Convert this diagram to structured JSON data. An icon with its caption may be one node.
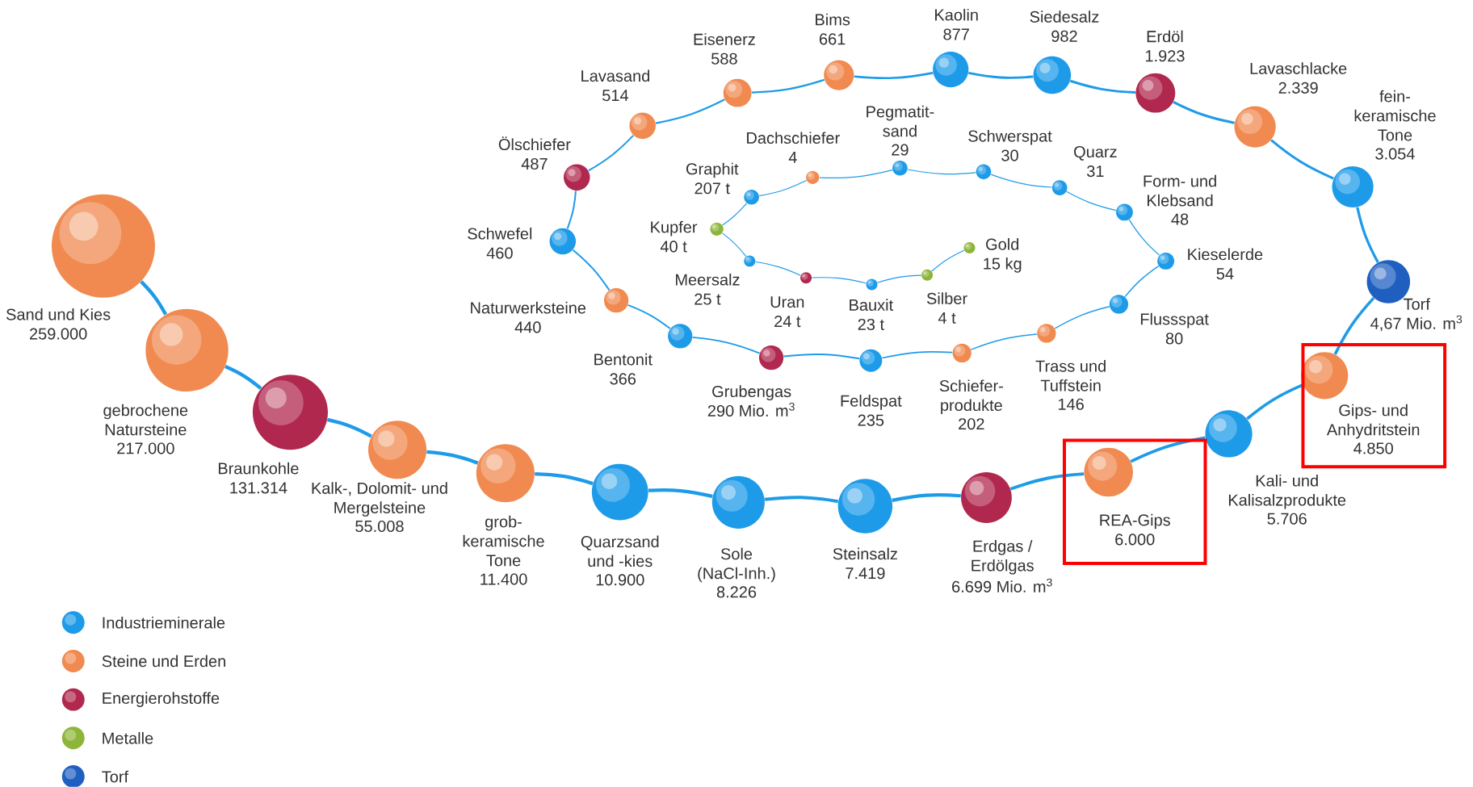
{
  "diagram": {
    "nodes": [
      {
        "text": [],
        "shape": "circle",
        "beside": [
          "Sand und Kies",
          "259.000"
        ]
      },
      {
        "text": [],
        "shape": "circle",
        "beside": [
          "gebrochene Natursteine",
          "217.000"
        ]
      },
      {
        "text": [],
        "shape": "circle",
        "beside": [
          "Braunkohle",
          "131.314"
        ]
      },
      {
        "text": [],
        "shape": "circle",
        "beside": [
          "Kalk-, Dolomit- und Mergelsteine",
          "55.008"
        ]
      },
      {
        "text": [],
        "shape": "circle",
        "beside": [
          "grob- keramische Tone",
          "11.400"
        ]
      },
      {
        "text": [],
        "shape": "circle",
        "beside": [
          "Quarzsand und -kies",
          "10.900"
        ]
      },
      {
        "text": [],
        "shape": "circle",
        "beside": [
          "Sole (NaCl-Inh.)",
          "8.226"
        ]
      },
      {
        "text": [],
        "shape": "circle",
        "beside": [
          "Steinsalz",
          "7.419"
        ]
      },
      {
        "text": [],
        "shape": "circle",
        "beside": [
          "Erdgas / Erdölgas",
          "6.699 Mio. m$^{3}$"
        ]
      },
      {
        "text": [],
        "shape": "circle",
        "beside": [
          "REA-Gips",
          "6.000"
        ]
      },
      {
        "text": [],
        "shape": "circle",
        "beside": [
          "Kali- und Kalisalzprodukte",
          "5.706"
        ]
      },
      {
        "text": [],
        "shape": "circle",
        "beside": [
          "Gips- und Anhydritstein",
          "4.850"
        ]
      },
      {
        "text": [],
        "shape": "circle",
        "beside": [
          "Torf",
          "4,67 Mio. m$^{3}$"
        ]
      },
      {
        "text": [],
        "shape": "circle",
        "beside": [
          "fein- keramische Tone",
          "3.054"
        ]
      },
      {
        "text": [],
        "shape": "circle",
        "beside": [
          "Lavaschlacke",
          "2.339"
        ]
      },
      {
        "text": [],
        "shape": "circle",
        "beside": [
          "Erdöl",
          "1.923"
        ]
      },
      {
        "text": [],
        "shape": "circle",
        "beside": [
          "Siedesalz",
          "982"
        ]
      },
      {
        "text": [],
        "shape": "circle",
        "beside": [
          "Kaolin",
          "877"
        ]
      },
      {
        "text": [],
        "shape": "circle",
        "beside": [
          "Bims",
          "661"
        ]
      },
      {
        "text": [],
        "shape": "circle",
        "beside": [
          "Eisenerz",
          "588"
        ]
      },
      {
        "text": [],
        "shape": "circle",
        "beside": [
          "Lavasand",
          "514"
        ]
      },
      {
        "text": [],
        "shape": "circle",
        "beside": [
          "Ölschiefer",
          "487"
        ]
      },
      {
        "text": [],
        "shape": "circle",
        "beside": [
          "Schwefel",
          "460"
        ]
      },
      {
        "text": [],
        "shape": "circle",
        "beside": [
          "Naturwerksteine",
          "440"
        ]
      },
      {
        "text": [],
        "shape": "circle",
        "beside": [
          "Bentonit",
          "366"
        ]
      },
      {
        "text": [],
        "shape": "circle",
        "beside": [
          "Grubengas",
          "290 Mio. m$^{3}$"
        ]
      },
      {
        "text": [],
        "shape": "circle",
        "beside": [
          "Feldspat",
          "235"
        ]
      },
      {
        "text": [],
        "shape": "circle",
        "beside": [
          "Schiefer- produkte",
          "202"
        ]
      },
      {
        "text": [],
        "shape": "circle",
        "beside": [
          "Trass und Tuffstein",
          "146"
        ]
      },
      {
        "text": [],
        "shape": "circle",
        "beside": [
          "Flussspat",
          "80"
        ]
      },
      {
        "text": [],
        "shape": "circle",
        "beside": [
          "Kieselerde",
          "54"
        ]
      },
      {
        "text": [],
        "shape": "circle",
        "beside": [
          "Form- und Klebsand",
          "48"
        ]
      },
      {
        "text": [],
        "shape": "circle",
        "beside": [
          "Quarz",
          "31"
        ]
      },
      {
        "text": [],
        "shape": "circle",
        "beside": [
          "Schwerspat",
          "30"
        ]
      },
      {
        "text": [],
        "shape": "circle",
        "beside": [
          "Pegmatit- sand",
          "29"
        ]
      },
      {
        "text": [],
        "shape": "circle",
        "beside": [
          "Dachschiefer",
          "4"
        ]
      },
      {
        "text": [],
        "shape": "circle",
        "beside": [
          "Graphit",
          "207 t"
        ]
      },
      {
        "text": [],
        "shape": "circle",
        "beside": [
          "Kupfer",
          "40 t"
        ]
      },
      {
        "text": [],
        "shape": "circle",
        "beside": [
          "Meersalz",
          "25 t"
        ]
      },
      {
        "text": [],
        "shape": "circle",
        "beside": [
          "Uran",
          "24 t"
        ]
      },
      {
        "text": [],
        "shape": "circle",
        "beside": [
          "Bauxit",
          "23 t"
        ]
      },
      {
        "text": [],
        "shape": "circle",
        "beside": [
          "Silber",
          "4 t"
        ]
      },
      {
        "text": [],
        "shape": "circle",
        "beside": [
          "Gold",
          "15 kg"
        ]
      }
    ],
    "edges": [
      {
        "from": 0,
        "to": 1,
        "arrow": "none"
      },
      {
        "from": 1,
        "to": 2,
        "arrow": "none"
      },
      {
        "from": 2,
        "to": 3,
        "arrow": "none"
      },
      {
        "from": 3,
        "to": 4,
        "arrow": "none"
      },
      {
        "from": 4,
        "to": 5,
        "arrow": "none"
      },
      {
        "from": 5,
        "to": 6,
        "arrow": "none"
      },
      {
        "from": 6,
        "to": 7,
        "arrow": "none"
      },
      {
        "from": 7,
        "to": 8,
        "arrow": "none"
      },
      {
        "from": 8,
        "to": 9,
        "arrow": "none"
      },
      {
        "from": 9,
        "to": 10,
        "arrow": "none"
      },
      {
        "from": 10,
        "to": 11,
        "arrow": "none"
      },
      {
        "from": 11,
        "to": 12,
        "arrow": "none"
      },
      {
        "from": 12,
        "to": 13,
        "arrow": "none"
      },
      {
        "from": 13,
        "to": 14,
        "arrow": "none"
      },
      {
        "from": 14,
        "to": 15,
        "arrow": "none"
      },
      {
        "from": 15,
        "to": 16,
        "arrow": "none"
      },
      {
        "from": 16,
        "to": 17,
        "arrow": "none"
      },
      {
        "from": 17,
        "to": 18,
        "arrow": "none"
      },
      {
        "from": 18,
        "to": 19,
        "arrow": "none"
      },
      {
        "from": 19,
        "to": 20,
        "arrow": "none"
      },
      {
        "from": 20,
        "to": 21,
        "arrow": "none"
      },
      {
        "from": 21,
        "to": 22,
        "arrow": "none"
      },
      {
        "from": 22,
        "to": 23,
        "arrow": "none"
      },
      {
        "from": 23,
        "to": 24,
        "arrow": "none"
      },
      {
        "from": 24,
        "to": 25,
        "arrow": "none"
      },
      {
        "from": 25,
        "to": 26,
        "arrow": "none"
      },
      {
        "from": 26,
        "to": 27,
        "arrow": "none"
      },
      {
        "from": 27,
        "to": 28,
        "arrow": "none"
      },
      {
        "from": 28,
        "to": 29,
        "arrow": "none"
      },
      {
        "from": 29,
        "to": 30,
        "arrow": "none"
      },
      {
        "from": 30,
        "to": 31,
        "arrow": "none"
      },
      {
        "from": 31,
        "to": 32,
        "arrow": "none"
      },
      {
        "from": 32,
        "to": 33,
        "arrow": "none"
      },
      {
        "from": 33,
        "to": 34,
        "arrow": "none"
      },
      {
        "from": 34,
        "to": 35,
        "arrow": "none"
      },
      {
        "from": 35,
        "to": 36,
        "arrow": "none"
      },
      {
        "from": 36,
        "to": 37,
        "arrow": "none"
      },
      {
        "from": 37,
        "to": 38,
        "arrow": "none"
      },
      {
        "from": 38,
        "to": 39,
        "arrow": "none"
      },
      {
        "from": 39,
        "to": 40,
        "arrow": "none"
      },
      {
        "from": 40,
        "to": 41,
        "arrow": "none"
      },
      {
        "from": 41,
        "to": 42,
        "arrow": "none"
      }
    ],
    "legend": [
      {
        "text": "Industrieminerale",
        "color": "#1e9be8"
      },
      {
        "text": "Steine und Erden",
        "color": "#f08a50"
      },
      {
        "text": "Energierohstoffe",
        "color": "#b0284e"
      },
      {
        "text": "Metalle",
        "color": "#8db53a"
      },
      {
        "text": "Torf",
        "color": "#1f5fc0"
      }
    ]
  }
}
